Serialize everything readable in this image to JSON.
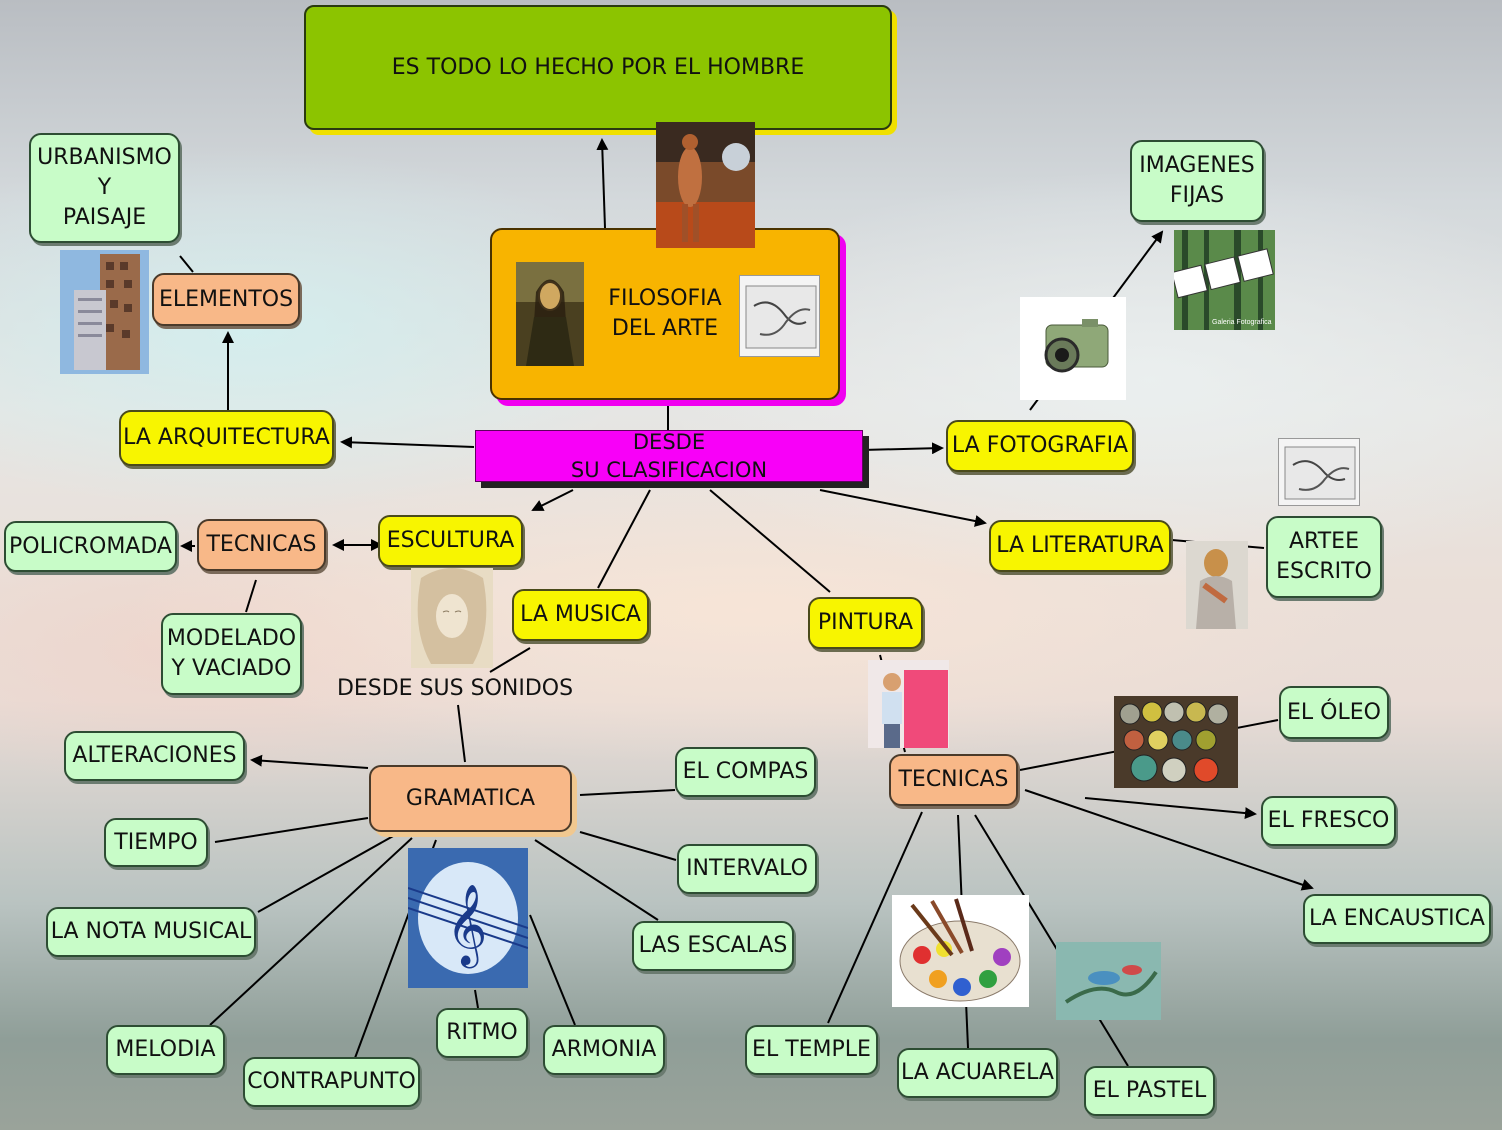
{
  "title": "ES TODO LO HECHO POR EL HOMBRE",
  "philosophy": "FILOSOFIA\nDEL ARTE",
  "classification": "DESDE\nSU CLASIFICACION",
  "architecture": {
    "label": "LA ARQUITECTURA",
    "elements": "ELEMENTOS",
    "urbanism": "URBANISMO\nY\nPAISAJE"
  },
  "photography": {
    "label": "LA FOTOGRAFIA",
    "still_images": "IMAGENES\nFIJAS"
  },
  "literature": {
    "label": "LA LITERATURA",
    "written_art": "ARTEE\nESCRITO"
  },
  "sculpture": {
    "label": "ESCULTURA",
    "techniques": "TECNICAS",
    "polychrome": "POLICROMADA",
    "modeling": "MODELADO\nY VACIADO"
  },
  "music": {
    "label": "LA MUSICA",
    "from_sounds": "DESDE SUS SONIDOS",
    "grammar": "GRAMATICA",
    "items": {
      "alterations": "ALTERACIONES",
      "time": "TIEMPO",
      "note": "LA NOTA MUSICAL",
      "melody": "MELODIA",
      "counterpoint": "CONTRAPUNTO",
      "rhythm": "RITMO",
      "harmony": "ARMONIA",
      "scales": "LAS ESCALAS",
      "interval": "INTERVALO",
      "measure": "EL COMPAS"
    }
  },
  "painting": {
    "label": "PINTURA",
    "techniques": "TECNICAS",
    "items": {
      "oil": "EL ÓLEO",
      "fresco": "EL FRESCO",
      "encaustic": "LA ENCAUSTICA",
      "tempera": "EL TEMPLE",
      "watercolor": "LA ACUARELA",
      "pastel": "EL PASTEL"
    }
  },
  "photo_caption": "Galeria Fotografica",
  "colors": {
    "title_box": "#8cc400",
    "philosophy_box": "#f8b400",
    "classification_box": "#f800f8",
    "yellow_node": "#f8f500",
    "green_node": "#c8fcc8",
    "orange_node": "#f8b888"
  }
}
